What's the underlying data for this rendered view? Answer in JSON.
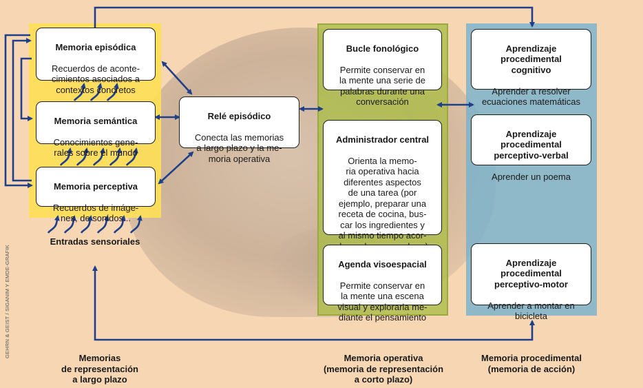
{
  "columns": {
    "long_term": {
      "label": "Memorias\nde representación\na largo plazo",
      "color": "#fdde58"
    },
    "working": {
      "label": "Memoria operativa\n(memoria de representación\na corto plazo)",
      "color": "#aabe46"
    },
    "procedural": {
      "label": "Memoria procedimental\n(memoria de acción)",
      "color": "#78b2cd"
    }
  },
  "boxes": {
    "episodic": {
      "title": "Memoria episódica",
      "body": "Recuerdos de aconte-\ncimientos asociados a\ncontextos concretos"
    },
    "semantic": {
      "title": "Memoria semántica",
      "body": "Conocimientos gene-\nrales sobre el mundo"
    },
    "perceptual": {
      "title": "Memoria perceptiva",
      "body": "Recuerdos de imáge-\nnes, de sonidos..."
    },
    "relay": {
      "title": "Relé episódico",
      "body": "Conecta las memorias\na largo plazo y la me-\nmoria operativa"
    },
    "phonological": {
      "title": "Bucle fonológico",
      "body": "Permite conservar en\nla mente una serie de\npalabras durante una\nconversación"
    },
    "central": {
      "title": "Administrador central",
      "body": "Orienta la memo-\nria operativa hacia\ndiferentes aspectos\nde una tarea (por\nejemplo, preparar una\nreceta de cocina, bus-\ncar los ingredientes y\nal mismo tiempo acor-\ndarse de sus nombres)"
    },
    "visuospatial": {
      "title": "Agenda visoespacial",
      "body": "Permite conservar en\nla mente una escena\nvisual y explorarla me-\ndiante el pensamiento"
    },
    "cognitive": {
      "title": "Aprendizaje\nprocedimental\ncognitivo",
      "body": "Aprender a resolver\necuaciones matemáticas"
    },
    "verbal": {
      "title": "Aprendizaje\nprocedimental\nperceptivo-verbal",
      "body": "Aprender un poema"
    },
    "motor": {
      "title": "Aprendizaje\nprocedimental\nperceptivo-motor",
      "body": "Aprender a montar en\nbicicleta"
    }
  },
  "sensory_inputs": "Entradas sensoriales",
  "credit": "GEHRN & GEIST / SIGANIM Y EMDE-GRAFIK",
  "arrow_color": "#1f3f8a"
}
